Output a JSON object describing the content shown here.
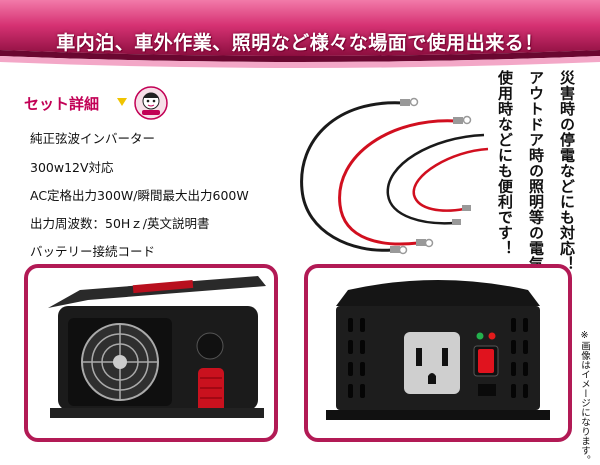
{
  "banner": {
    "headline": "車内泊、車外作業、照明など様々な場面で使用出来る！",
    "colors": {
      "dark": "#7d0a38",
      "mid": "#c51d62",
      "light": "#ef5d98"
    }
  },
  "set_details": {
    "title": "セット詳細",
    "logo_icon": "character-logo-icon",
    "items": [
      "純正弦波インバーター",
      "300w12V対応",
      "AC定格出力300W/瞬間最大出力600W",
      "出力周波数：50Hｚ/英文説明書",
      "バッテリー接続コード"
    ]
  },
  "promo": {
    "columns": [
      "災害時の停電などにも対応！",
      "アウトドア時の照明等の電気",
      "使用時などにも便利です！"
    ]
  },
  "images": {
    "front_panel": "inverter-front-fan-view",
    "back_panel": "inverter-ac-outlet-view"
  },
  "note": "※画像はイメージになります。",
  "accent_color": "#b21a55"
}
